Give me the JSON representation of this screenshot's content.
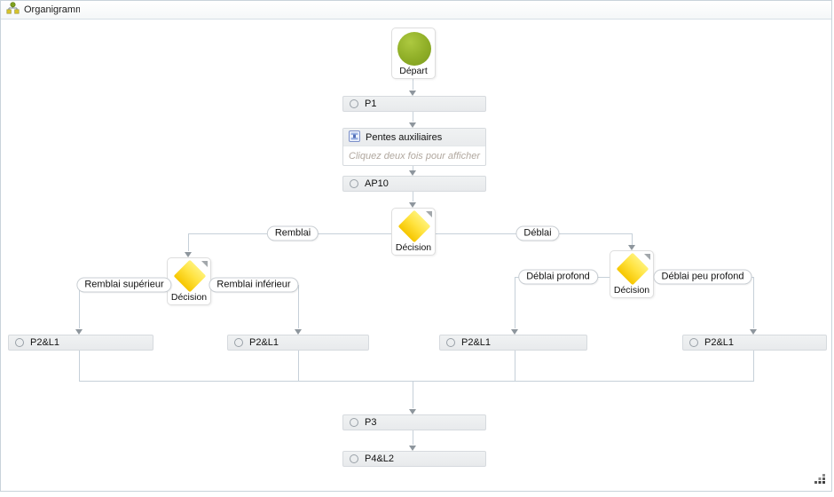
{
  "window": {
    "title": "Organigramme"
  },
  "chart": {
    "start": {
      "label": "Départ"
    },
    "p1": {
      "label": "P1"
    },
    "pentes": {
      "label": "Pentes auxiliaires",
      "hint": "Cliquez deux fois pour afficher"
    },
    "ap10": {
      "label": "AP10"
    },
    "decision_main": {
      "label": "Décision"
    },
    "decision_remblai": {
      "label": "Décision"
    },
    "decision_deblai": {
      "label": "Décision"
    },
    "branches": {
      "remblai": "Remblai",
      "deblai": "Déblai",
      "remblai_superieur": "Remblai supérieur",
      "remblai_inferieur": "Remblai inférieur",
      "deblai_profond": "Déblai profond",
      "deblai_peu_profond": "Déblai peu profond"
    },
    "p2l1_a": {
      "label": "P2&L1"
    },
    "p2l1_b": {
      "label": "P2&L1"
    },
    "p2l1_c": {
      "label": "P2&L1"
    },
    "p2l1_d": {
      "label": "P2&L1"
    },
    "p3": {
      "label": "P3"
    },
    "p4l2": {
      "label": "P4&L2"
    }
  },
  "colors": {
    "start_green": "#8fae27",
    "decision_yellow": "#f6c600",
    "line": "#c6d0d9",
    "arrowhead": "#8e969d",
    "box_fill": "#eceef0",
    "box_border": "#d6dade"
  }
}
